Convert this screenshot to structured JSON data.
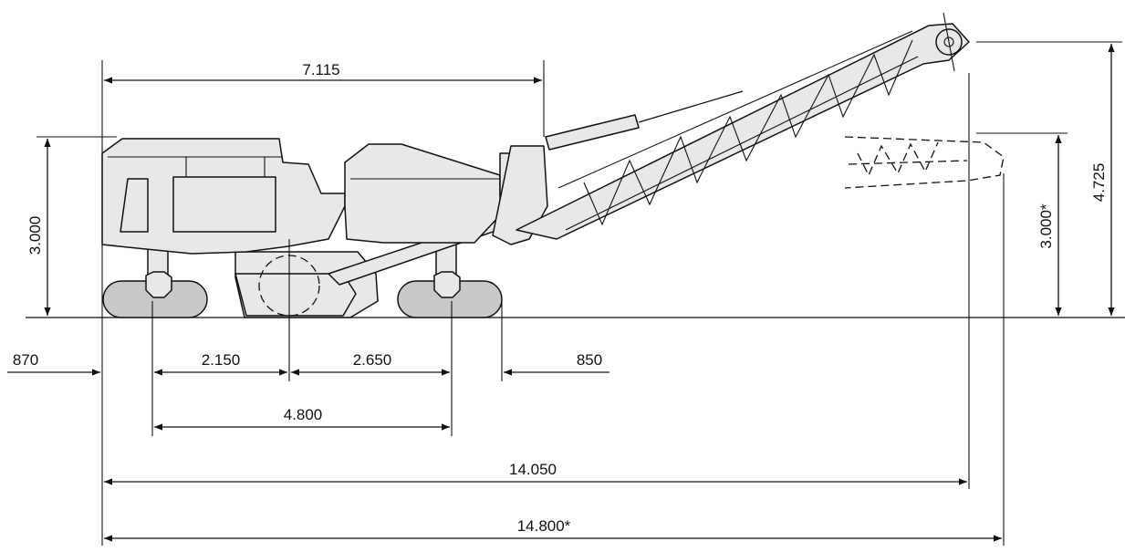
{
  "dimensions": {
    "top_length": "7.115",
    "machine_height_left": "3.000",
    "conveyor_height": "4.725",
    "discharge_height": "3.000*",
    "front_overhang": "870",
    "wheel_to_drum": "2.150",
    "drum_to_rear_track": "2.650",
    "rear_overhang": "850",
    "wheelbase": "4.800",
    "total_length": "14.050",
    "total_length_alt": "14.800*"
  },
  "colors": {
    "line": "#111111",
    "body_fill": "#e8e8e8",
    "track_fill": "#c8c8c8",
    "background": "#ffffff"
  }
}
